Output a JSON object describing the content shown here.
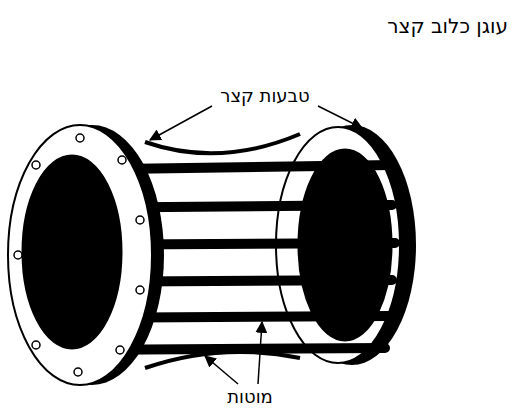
{
  "diagram": {
    "title": "עוגן כלוב קצר",
    "labels": [
      "טבעות קצר",
      "מוטות"
    ]
  }
}
